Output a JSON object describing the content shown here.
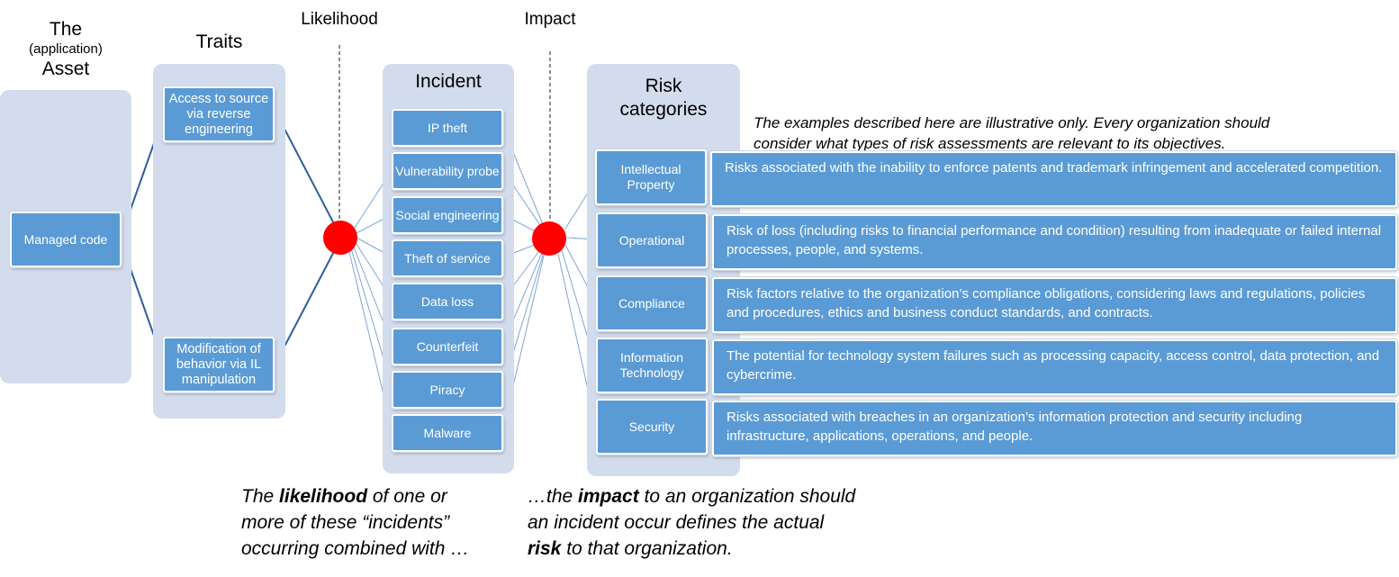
{
  "asset": {
    "header_line1": "The",
    "header_line2": "(application)",
    "header_line3": "Asset",
    "item": "Managed code"
  },
  "traits": {
    "header": "Traits",
    "items": [
      "Access to source via reverse engineering",
      "Modification of behavior via IL manipulation"
    ]
  },
  "likelihood_label": "Likelihood",
  "impact_label": "Impact",
  "incident": {
    "header": "Incident",
    "items": [
      "IP theft",
      "Vulnerability probe",
      "Social engineering",
      "Theft of service",
      "Data loss",
      "Counterfeit",
      "Piracy",
      "Malware"
    ]
  },
  "risk": {
    "header_line1": "Risk",
    "header_line2": "categories",
    "note_line1": "The examples described here are illustrative only. Every organization should",
    "note_line2": "consider what types of risk assessments are relevant to its objectives.",
    "items": [
      {
        "name": "Intellectual Property",
        "desc": "Risks associated with the  inability to enforce patents and trademark infringement and accelerated competition."
      },
      {
        "name": "Operational",
        "desc": "Risk of loss (including risks to financial performance and condition) resulting from inadequate or failed internal processes, people, and systems."
      },
      {
        "name": "Compliance",
        "desc": "Risk factors relative to the organization’s compliance obligations, considering laws and regulations, policies and procedures, ethics and business conduct standards, and contracts."
      },
      {
        "name": "Information Technology",
        "desc": "The potential for technology system failures such as processing capacity, access control, data protection, and cybercrime."
      },
      {
        "name": "Security",
        "desc": "Risks associated with breaches in an organization’s information protection and security including infrastructure, applications, operations, and people."
      }
    ]
  },
  "bottom_left": {
    "l1_pre": "The ",
    "l1_bold": "likelihood",
    "l1_post": " of one or",
    "l2": "more of these “incidents”",
    "l3": "occurring combined with …"
  },
  "bottom_right": {
    "l1_pre": "…the ",
    "l1_bold": "impact",
    "l1_post": " to an organization should",
    "l2": "an incident occur defines the actual",
    "l3_bold": "risk",
    "l3_post": " to that organization."
  }
}
